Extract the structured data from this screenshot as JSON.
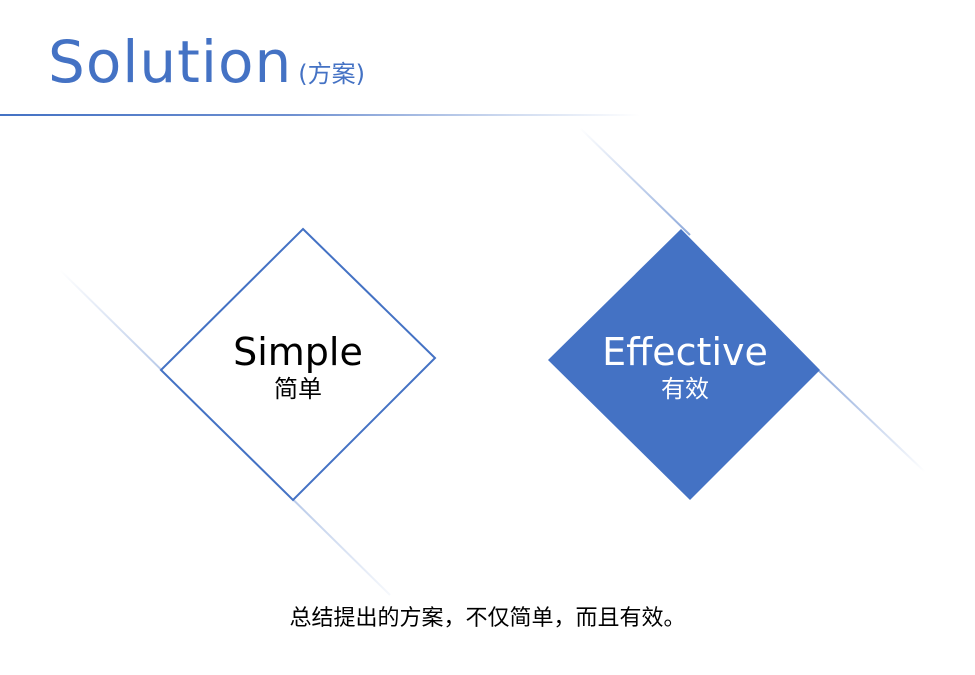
{
  "title": {
    "main": "Solution",
    "sub": "(方案)"
  },
  "cards": [
    {
      "en": "Simple",
      "cn": "简单"
    },
    {
      "en": "Effective",
      "cn": "有效"
    }
  ],
  "summary": "总结提出的方案，不仅简单，而且有效。",
  "colors": {
    "accent": "#4472c4",
    "text": "#000000",
    "background": "#ffffff"
  }
}
